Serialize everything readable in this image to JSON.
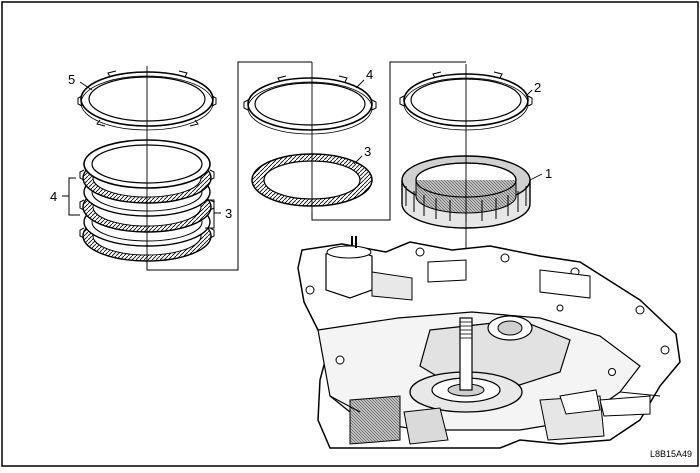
{
  "diagram": {
    "callouts": {
      "pressure_plate_top": "5",
      "left_stack_plates": "4",
      "left_stack_discs": "3",
      "middle_plate": "4",
      "middle_disc": "3",
      "right_plate": "2",
      "right_hub": "1"
    },
    "figure_code": "L8B15A49"
  }
}
